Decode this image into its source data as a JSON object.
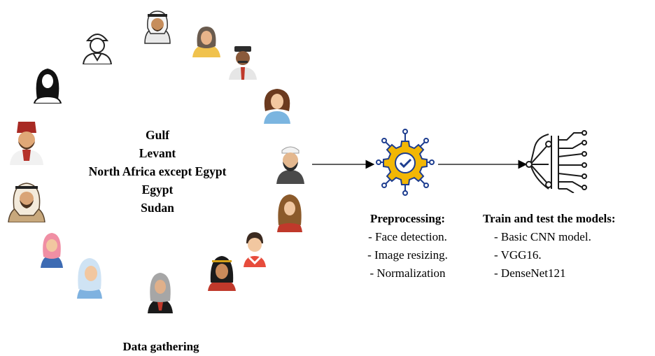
{
  "regions": [
    "Gulf",
    "Levant",
    "North Africa except Egypt",
    "Egypt",
    "Sudan"
  ],
  "gathering_label": "Data gathering",
  "preprocessing": {
    "title": "Preprocessing:",
    "items": [
      "- Face detection.",
      "- Image resizing.",
      "- Normalization"
    ]
  },
  "training": {
    "title": "Train and test the models:",
    "items": [
      "- Basic CNN model.",
      "- VGG16.",
      "- DenseNet121"
    ]
  },
  "icons": {
    "preprocessing": "gear-check-icon",
    "training": "neural-network-icon"
  },
  "colors": {
    "arrow": "#000000",
    "gear_blue": "#1d3d8f",
    "gear_gold": "#f2b705"
  }
}
